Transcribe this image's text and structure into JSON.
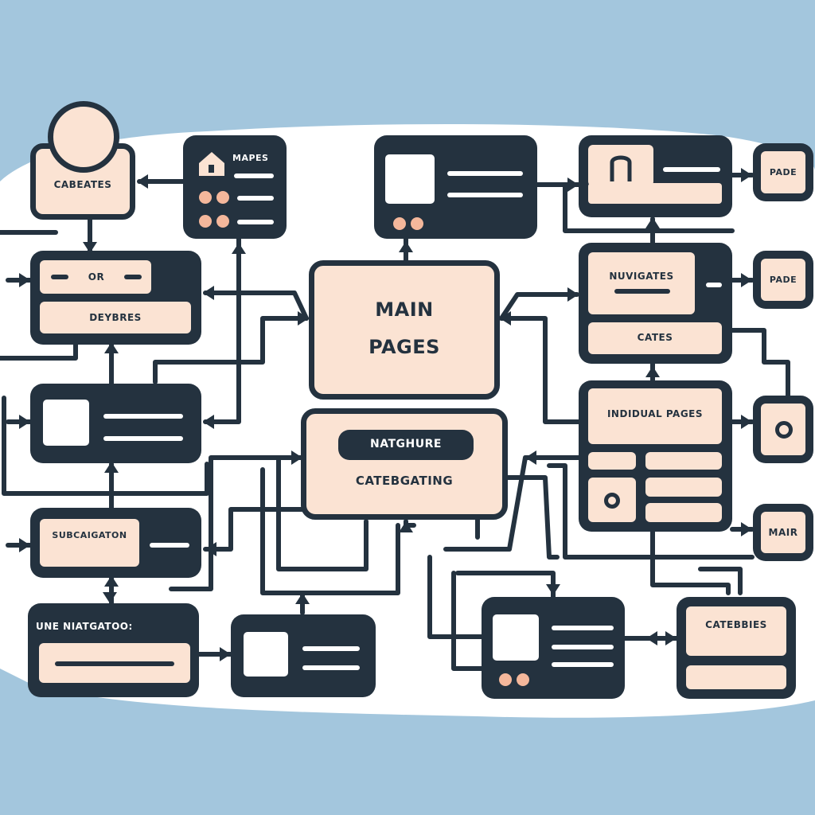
{
  "labels": {
    "cabeates": "CABEATES",
    "mapes": "MAPES",
    "or": "OR",
    "deybres": "DEYBRES",
    "subcaigaton": "SUBCAIGATON",
    "une_niatgatoo": "UNE NIATGATOO:",
    "main": "MAIN",
    "pages": "PAGES",
    "natghure": "NATGHURE",
    "catebgating": "CATEBGATING",
    "nuvigates": "NUVIGATES",
    "cates": "CATES",
    "individual_pages": "INDIDUAL PAGES",
    "pade_1": "PADE",
    "pade_2": "PADE",
    "mair": "MAIR",
    "catebbies": "CATEBBIES"
  },
  "colors": {
    "background": "#a3c6dd",
    "canvas": "#ffffff",
    "dark": "#24323f",
    "peach": "#fbe3d3",
    "accent": "#f4b79b"
  },
  "icons": [
    "house-icon",
    "person-icon",
    "circle-icon",
    "avatar-icon"
  ]
}
